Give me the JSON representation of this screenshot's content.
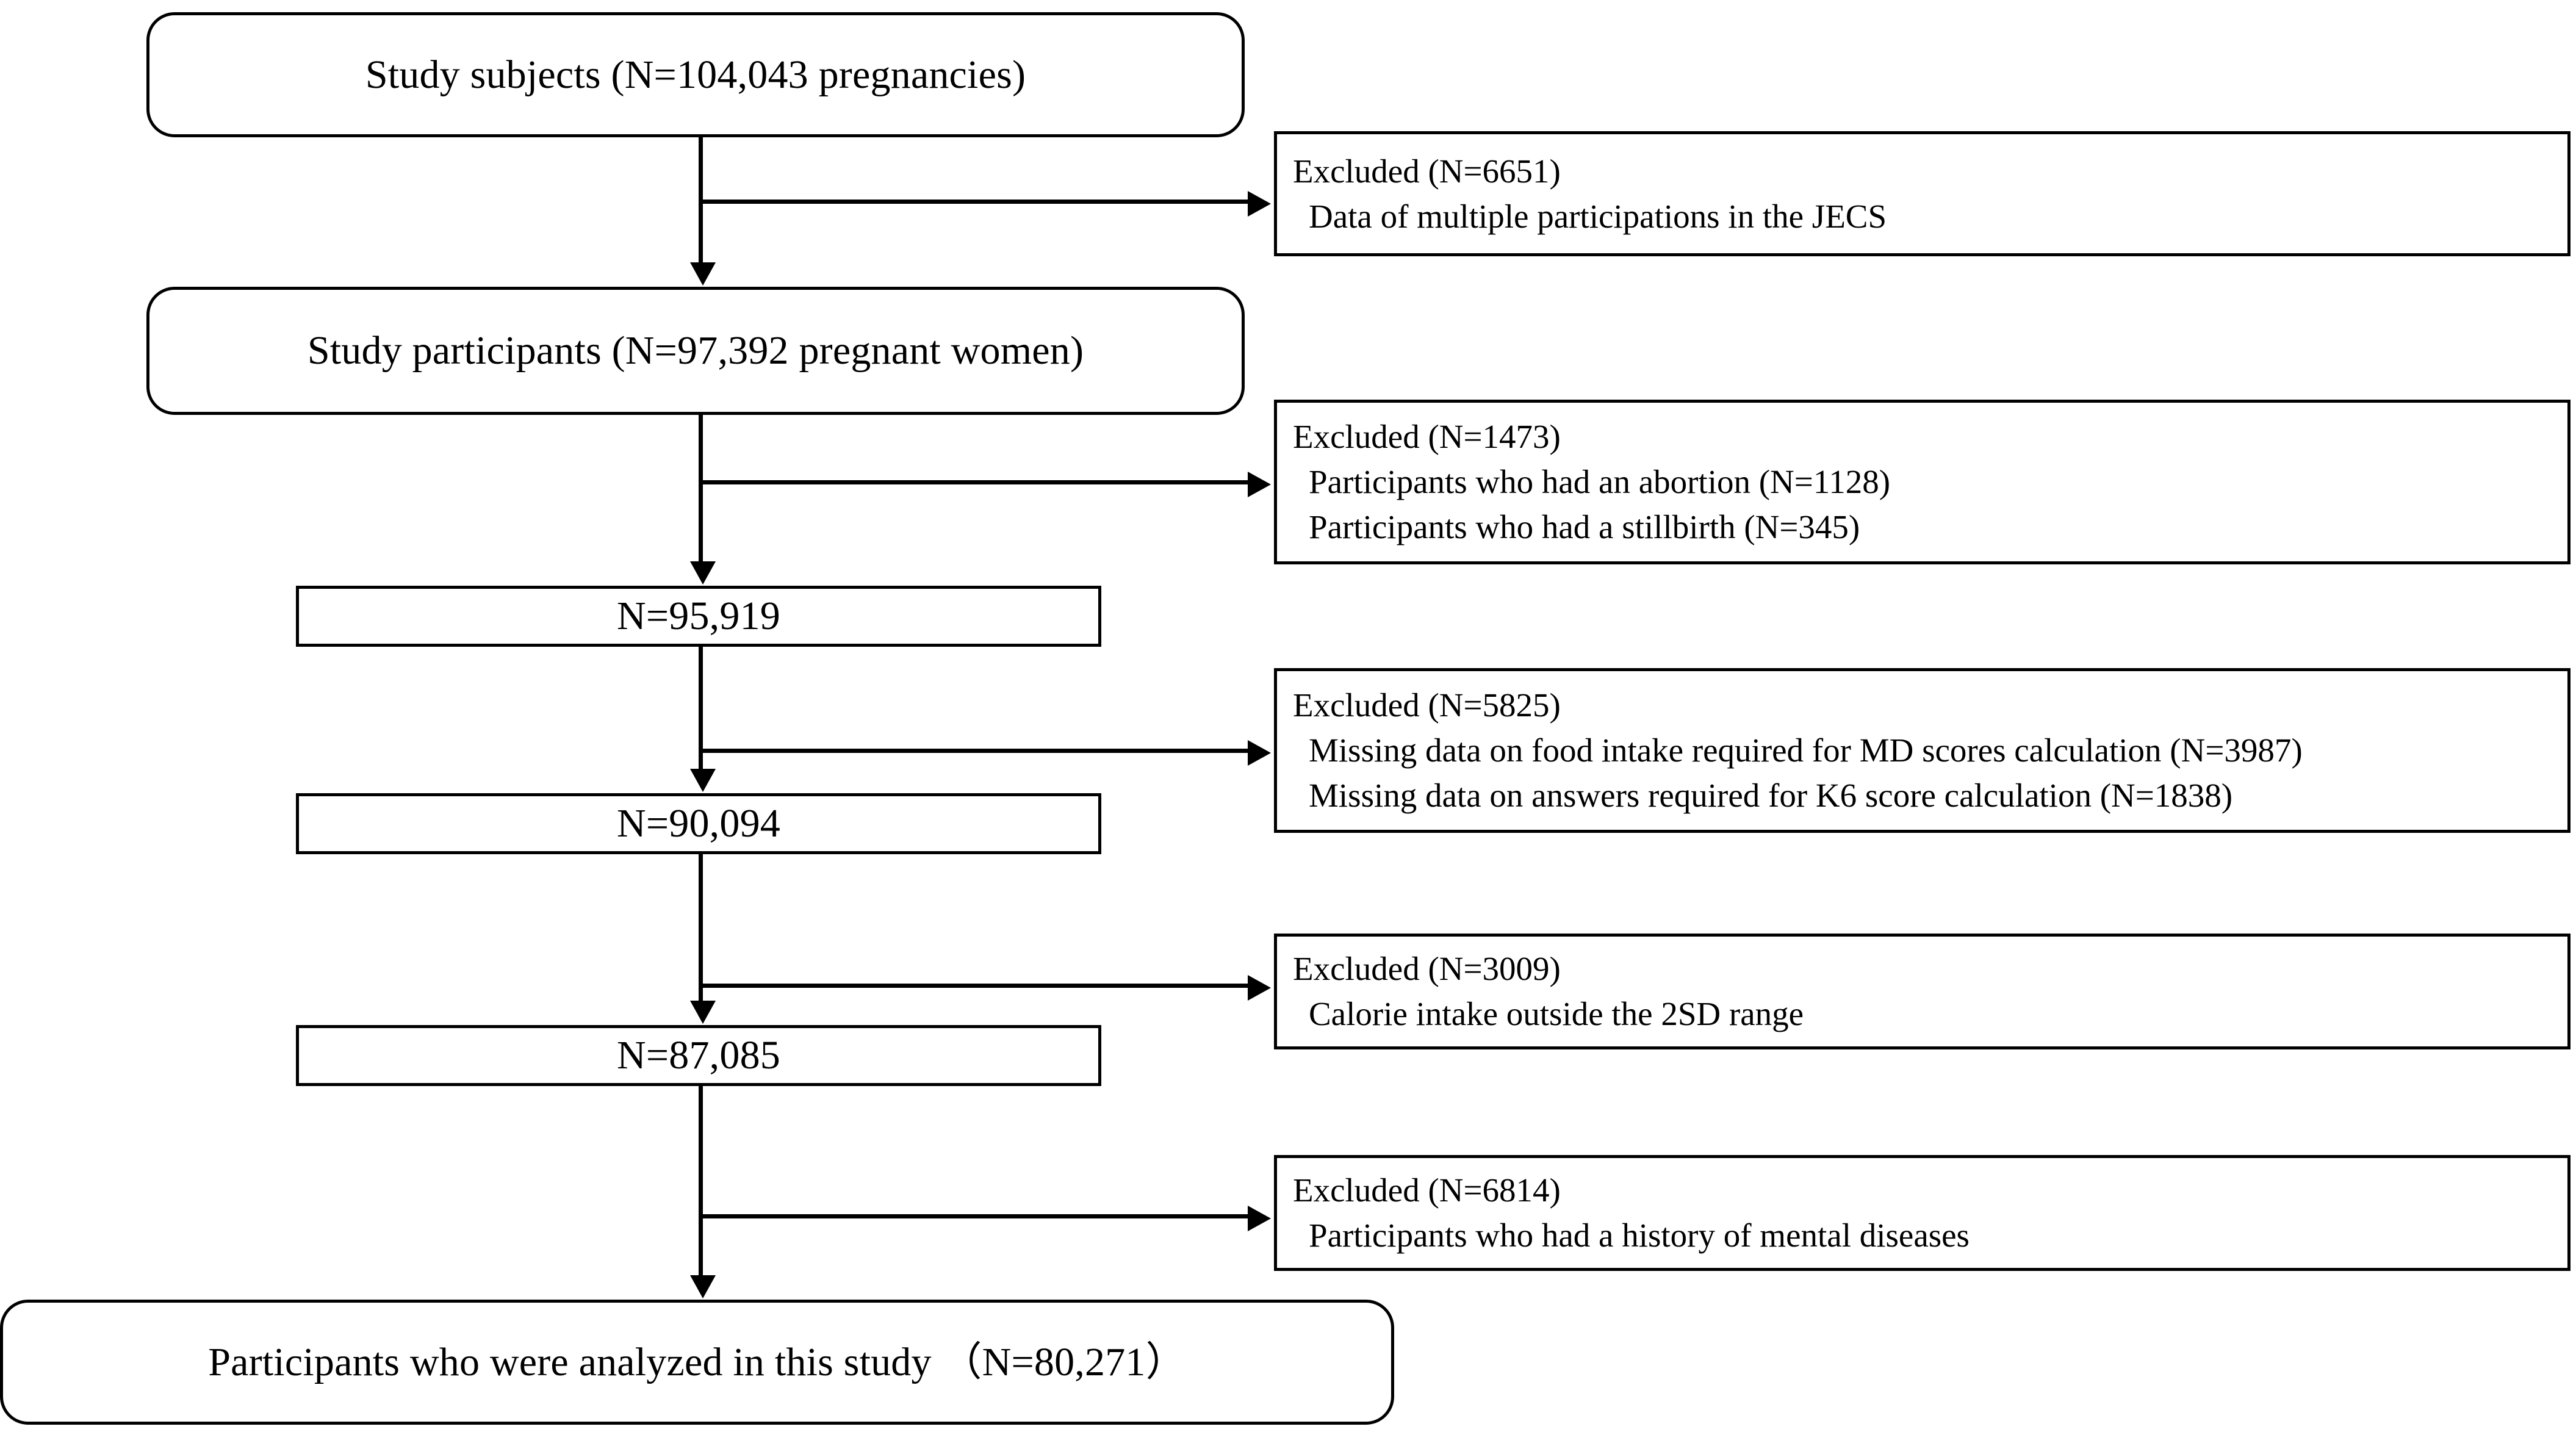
{
  "figure": {
    "type": "flowchart",
    "title": "Participant flow diagram"
  },
  "nodes": [
    {
      "id": "study-subjects",
      "shape": "rounded",
      "label": "Study subjects (N=104,043 pregnancies)"
    },
    {
      "id": "study-participants",
      "shape": "rounded",
      "label": "Study participants (N=97,392 pregnant women)"
    },
    {
      "id": "n-95919",
      "shape": "square",
      "label": "N=95,919"
    },
    {
      "id": "n-90094",
      "shape": "square",
      "label": "N=90,094"
    },
    {
      "id": "n-87085",
      "shape": "square",
      "label": "N=87,085"
    },
    {
      "id": "analyzed",
      "shape": "rounded",
      "label": "Participants who were analyzed in this study （N=80,271）"
    }
  ],
  "exclusions": [
    {
      "id": "excl-1",
      "head": "Excluded (N=6651)",
      "lines": [
        "Data of multiple participations in the JECS"
      ]
    },
    {
      "id": "excl-2",
      "head": "Excluded (N=1473)",
      "lines": [
        "Participants who had an abortion (N=1128)",
        "Participants who had a stillbirth (N=345)"
      ]
    },
    {
      "id": "excl-3",
      "head": "Excluded (N=5825)",
      "lines": [
        "Missing data on food intake required for MD scores calculation (N=3987)",
        "Missing data on answers required for K6 score calculation (N=1838)"
      ]
    },
    {
      "id": "excl-4",
      "head": "Excluded (N=3009)",
      "lines": [
        "Calorie intake outside the 2SD range"
      ]
    },
    {
      "id": "excl-5",
      "head": "Excluded (N=6814)",
      "lines": [
        "Participants who had a history of mental diseases"
      ]
    }
  ],
  "colors": {
    "stroke": "#000000",
    "fill": "#ffffff",
    "text": "#000000"
  },
  "chart_data": {
    "type": "flow",
    "title": "Study participant selection flow",
    "steps": [
      {
        "label": "Study subjects (N=104,043 pregnancies)",
        "n": 104043
      },
      {
        "label": "Study participants (N=97,392 pregnant women)",
        "n": 97392
      },
      {
        "label": "N=95,919",
        "n": 95919
      },
      {
        "label": "N=90,094",
        "n": 90094
      },
      {
        "label": "N=87,085",
        "n": 87085
      },
      {
        "label": "Participants who were analyzed in this study （N=80,271）",
        "n": 80271
      }
    ],
    "exclusions": [
      {
        "total": 6651,
        "reasons": [
          {
            "text": "Data of multiple participations in the JECS",
            "n": null
          }
        ]
      },
      {
        "total": 1473,
        "reasons": [
          {
            "text": "Participants who had an abortion",
            "n": 1128
          },
          {
            "text": "Participants who had a stillbirth",
            "n": 345
          }
        ]
      },
      {
        "total": 5825,
        "reasons": [
          {
            "text": "Missing data on food intake required for MD scores calculation",
            "n": 3987
          },
          {
            "text": "Missing data on answers required for K6 score calculation",
            "n": 1838
          }
        ]
      },
      {
        "total": 3009,
        "reasons": [
          {
            "text": "Calorie intake outside the 2SD range",
            "n": null
          }
        ]
      },
      {
        "total": 6814,
        "reasons": [
          {
            "text": "Participants who had a history of mental diseases",
            "n": null
          }
        ]
      }
    ]
  }
}
